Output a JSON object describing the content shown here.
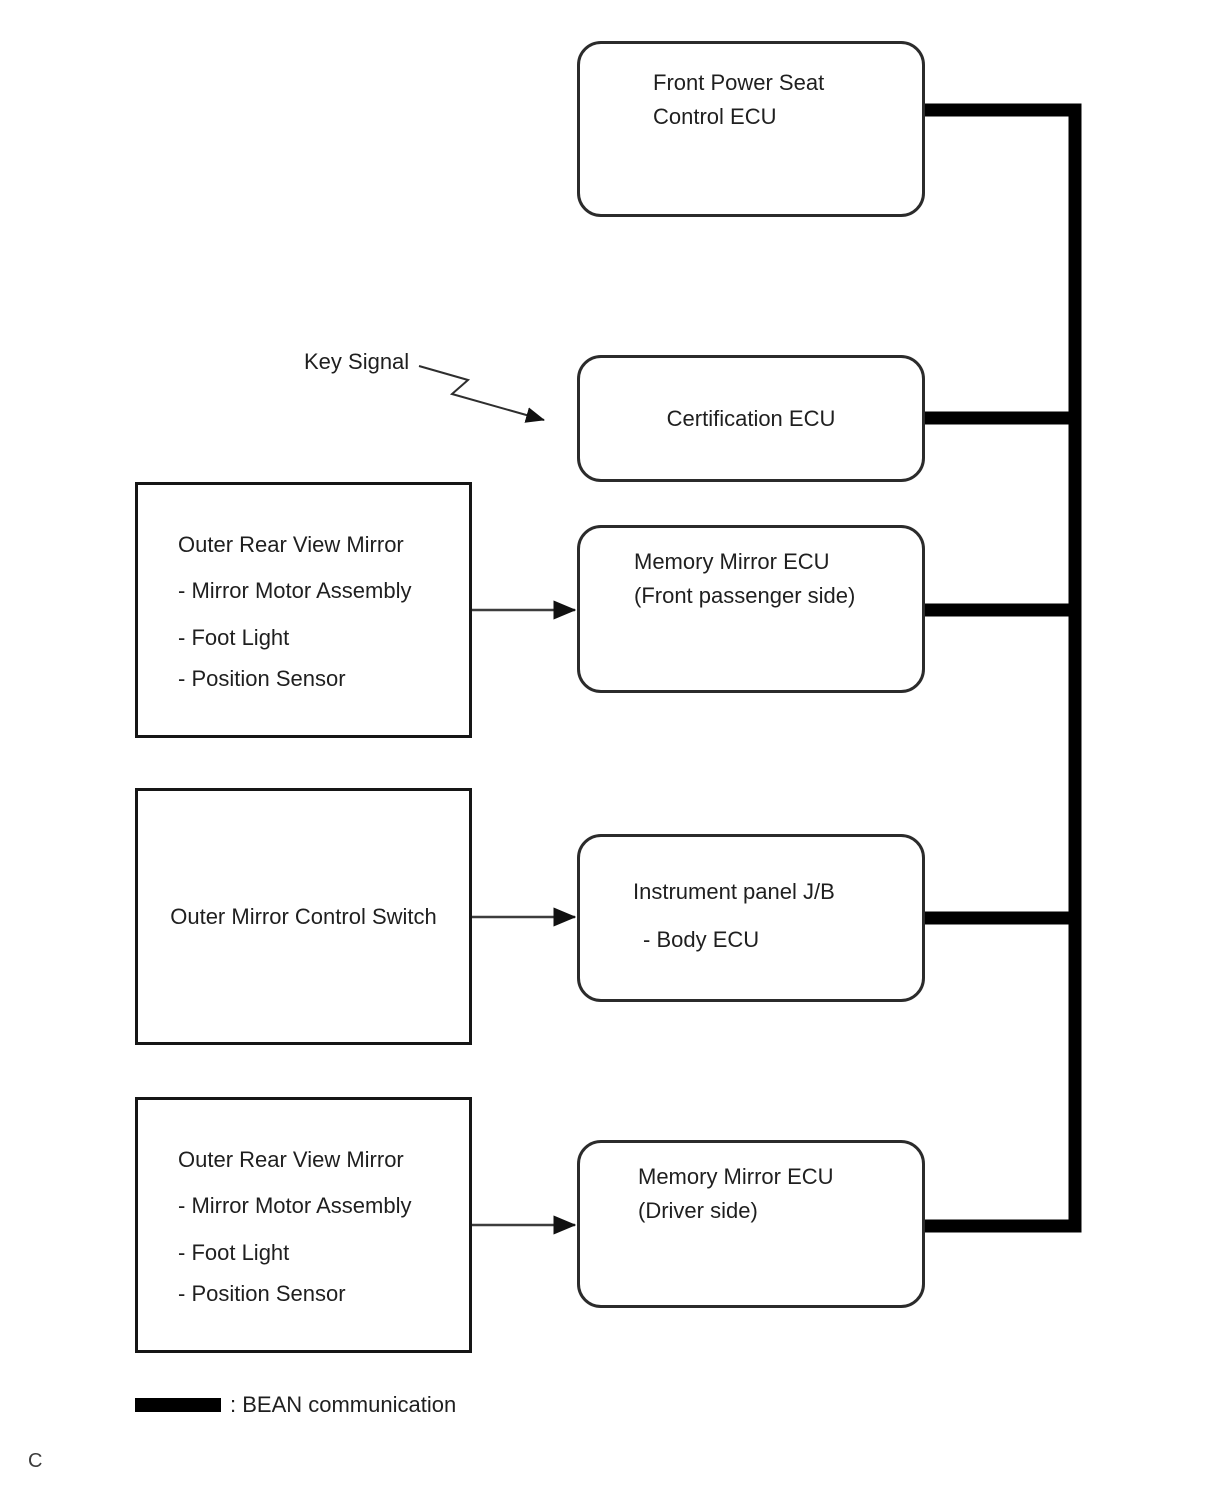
{
  "nodes": {
    "front_power_seat_ecu": {
      "label": "Front Power Seat\nControl ECU"
    },
    "certification_ecu": {
      "label": "Certification ECU"
    },
    "memory_mirror_ecu_passenger": {
      "label": "Memory Mirror ECU\n(Front passenger side)"
    },
    "instrument_panel_jb": {
      "title": "Instrument panel J/B",
      "item": "- Body ECU"
    },
    "memory_mirror_ecu_driver": {
      "label": "Memory Mirror ECU\n(Driver side)"
    },
    "outer_rear_view_mirror_upper": {
      "title": "Outer Rear View Mirror",
      "items": [
        "- Mirror Motor Assembly",
        "- Foot Light",
        "- Position Sensor"
      ]
    },
    "outer_mirror_control_switch": {
      "label": "Outer Mirror Control Switch"
    },
    "outer_rear_view_mirror_lower": {
      "title": "Outer Rear View Mirror",
      "items": [
        "- Mirror Motor Assembly",
        "- Foot Light",
        "- Position Sensor"
      ]
    }
  },
  "annotations": {
    "key_signal": "Key Signal",
    "page_marker": "C"
  },
  "legend": {
    "bean_label": ": BEAN communication",
    "bean_line_color": "#000000"
  }
}
